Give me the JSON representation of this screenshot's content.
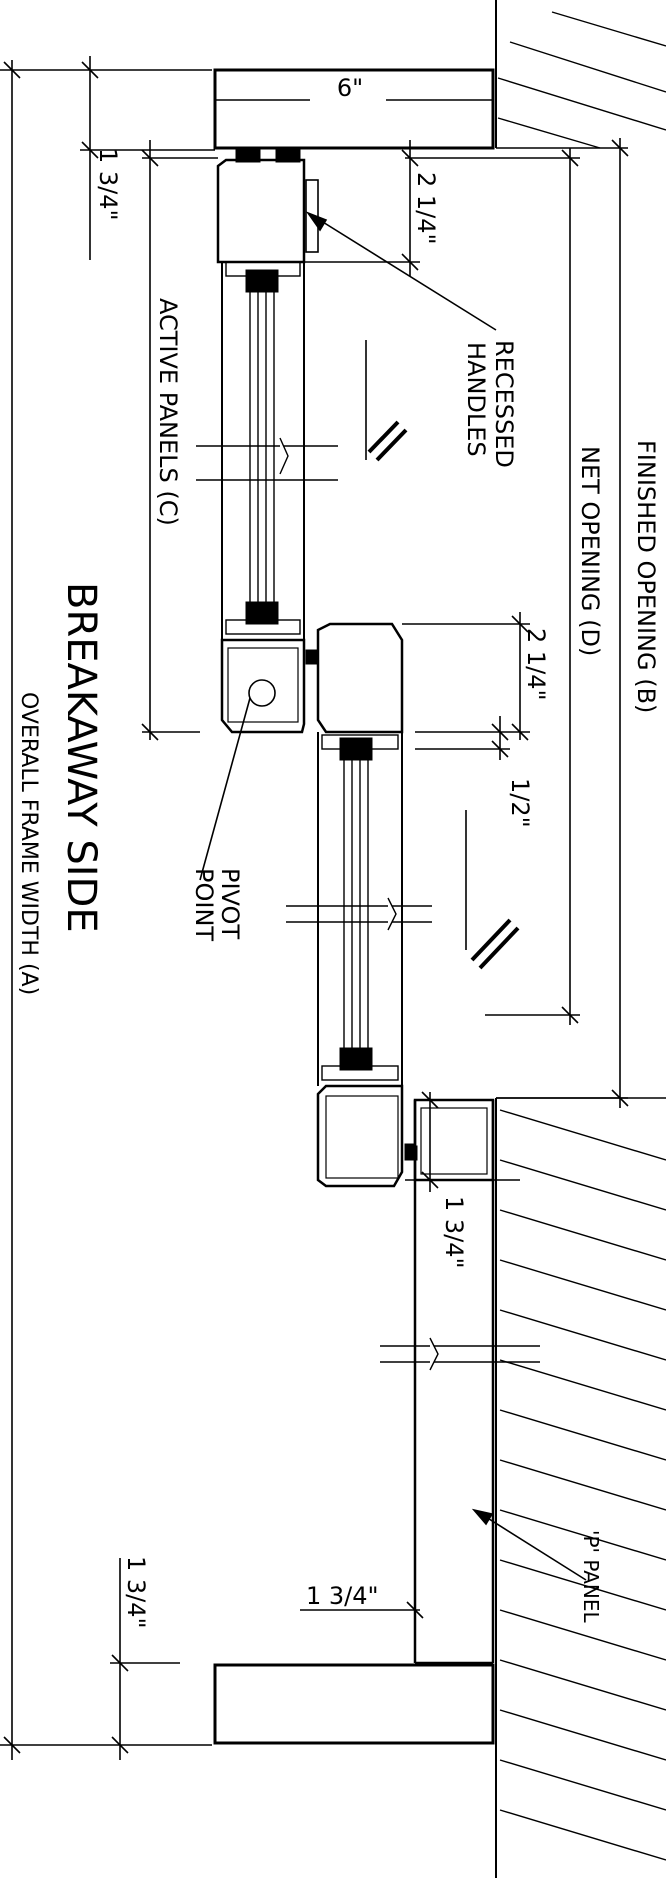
{
  "labels": {
    "finished_opening": "FINISHED OPENING (B)",
    "net_opening": "NET OPENING (D)",
    "recessed_handles": "RECESSED HANDLES",
    "recessed_handles_line1": "RECESSED",
    "recessed_handles_line2": "HANDLES",
    "active_panels": "ACTIVE PANELS (C)",
    "breakaway_side": "BREAKAWAY SIDE",
    "overall_frame_width": "OVERALL FRAME WIDTH (A)",
    "pivot_point": "PIVOT POINT",
    "pivot_line1": "PIVOT",
    "pivot_line2": "POINT",
    "p_panel": "'P' PANEL"
  },
  "dimensions": {
    "top_header": "6\"",
    "left_top": "1 3/4\"",
    "handle_top": "2 1/4\"",
    "handle_mid": "2 1/4\"",
    "half_inch": "1/2\"",
    "p_panel_upper": "1 3/4\"",
    "p_panel_lower": "1 3/4\"",
    "left_bottom": "1 3/4\""
  }
}
